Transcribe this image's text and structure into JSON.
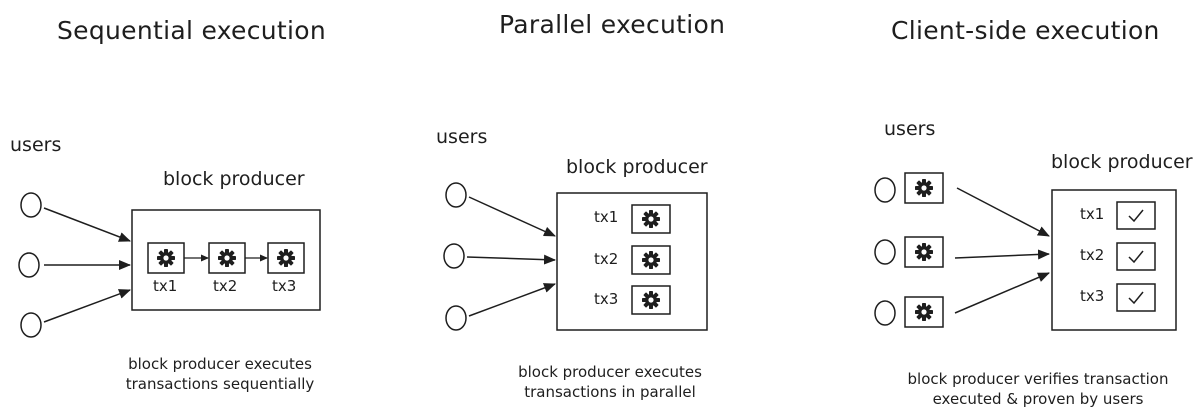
{
  "sequential": {
    "title": "Sequential execution",
    "users_label": "users",
    "producer_label": "block producer",
    "tx_labels": [
      "tx1",
      "tx2",
      "tx3"
    ],
    "caption_line1": "block producer executes",
    "caption_line2": "transactions sequentially"
  },
  "parallel": {
    "title": "Parallel execution",
    "users_label": "users",
    "producer_label": "block producer",
    "tx_labels": [
      "tx1",
      "tx2",
      "tx3"
    ],
    "caption_line1": "block producer executes",
    "caption_line2": "transactions in parallel"
  },
  "client": {
    "title": "Client-side execution",
    "users_label": "users",
    "producer_label": "block producer",
    "tx_labels": [
      "tx1",
      "tx2",
      "tx3"
    ],
    "caption_line1": "block producer verifies transaction",
    "caption_line2": "executed & proven by users"
  },
  "icons": {
    "gear": "gear-icon",
    "check": "checkmark-icon",
    "user": "user-circle-icon"
  }
}
